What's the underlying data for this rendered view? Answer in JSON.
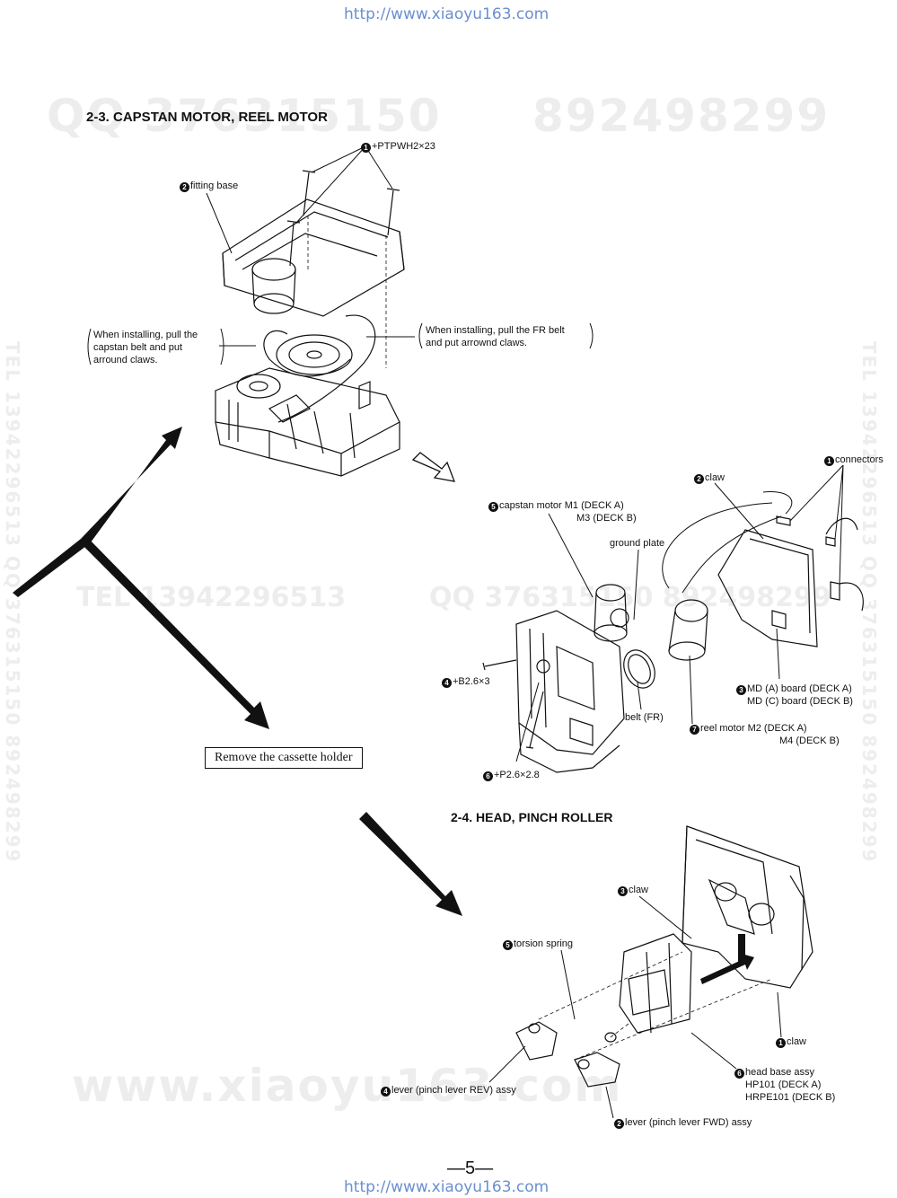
{
  "header_url": "http://www.xiaoyu163.com",
  "footer_url": "http://www.xiaoyu163.com",
  "watermarks": {
    "qq_left": "QQ 376315150",
    "qq_right": "892498299",
    "tel_mid": "TEL 13942296513",
    "qq_mid": "QQ 376315150 892498299",
    "site_bottom": "www.xiaoyu163.com",
    "tel_vertical_left": "TEL 13942296513 QQ 376315150 892498299",
    "tel_vertical_right": "TEL 13942296513 QQ 376315150 892498299"
  },
  "section_23": {
    "title": "2-3. CAPSTAN MOTOR, REEL MOTOR",
    "callout_1": {
      "num": "1",
      "text": "+PTPWH2×23"
    },
    "callout_2": {
      "num": "2",
      "text": "fitting base"
    },
    "note_left": [
      "When installing, pull the",
      "capstan belt and put",
      "arround claws."
    ],
    "note_right": [
      "When installing, pull the FR belt",
      "and put arrownd claws."
    ],
    "callout_conn": {
      "num": "1",
      "text": "connectors"
    },
    "callout_claw": {
      "num": "2",
      "text": "claw"
    },
    "callout_capstan": {
      "num": "5",
      "text": "capstan motor M1 (DECK A)",
      "text2": "M3 (DECK B)"
    },
    "ground_plate": "ground plate",
    "callout_b26": {
      "num": "4",
      "text": "+B2.6×3"
    },
    "callout_md": {
      "num": "3",
      "text": "MD (A) board (DECK A)",
      "text2": "MD (C) board (DECK B)"
    },
    "belt_fr": "belt (FR)",
    "callout_reel": {
      "num": "7",
      "text": "reel motor M2 (DECK A)",
      "text2": "M4 (DECK B)"
    },
    "callout_p26": {
      "num": "6",
      "text": "+P2.6×2.8"
    }
  },
  "remove_box": "Remove the cassette holder",
  "section_24": {
    "title": "2-4. HEAD, PINCH ROLLER",
    "callout_claw3": {
      "num": "3",
      "text": "claw"
    },
    "callout_torsion": {
      "num": "5",
      "text": "torsion spring"
    },
    "callout_claw1": {
      "num": "1",
      "text": "claw"
    },
    "callout_head": {
      "num": "6",
      "text": "head base assy",
      "text2": "HP101 (DECK A)",
      "text3": "HRPE101 (DECK B)"
    },
    "callout_lever_rev": {
      "num": "4",
      "text": "lever (pinch lever REV) assy"
    },
    "callout_lever_fwd": {
      "num": "2",
      "text": "lever (pinch lever FWD) assy"
    }
  },
  "page_number": "—5—"
}
